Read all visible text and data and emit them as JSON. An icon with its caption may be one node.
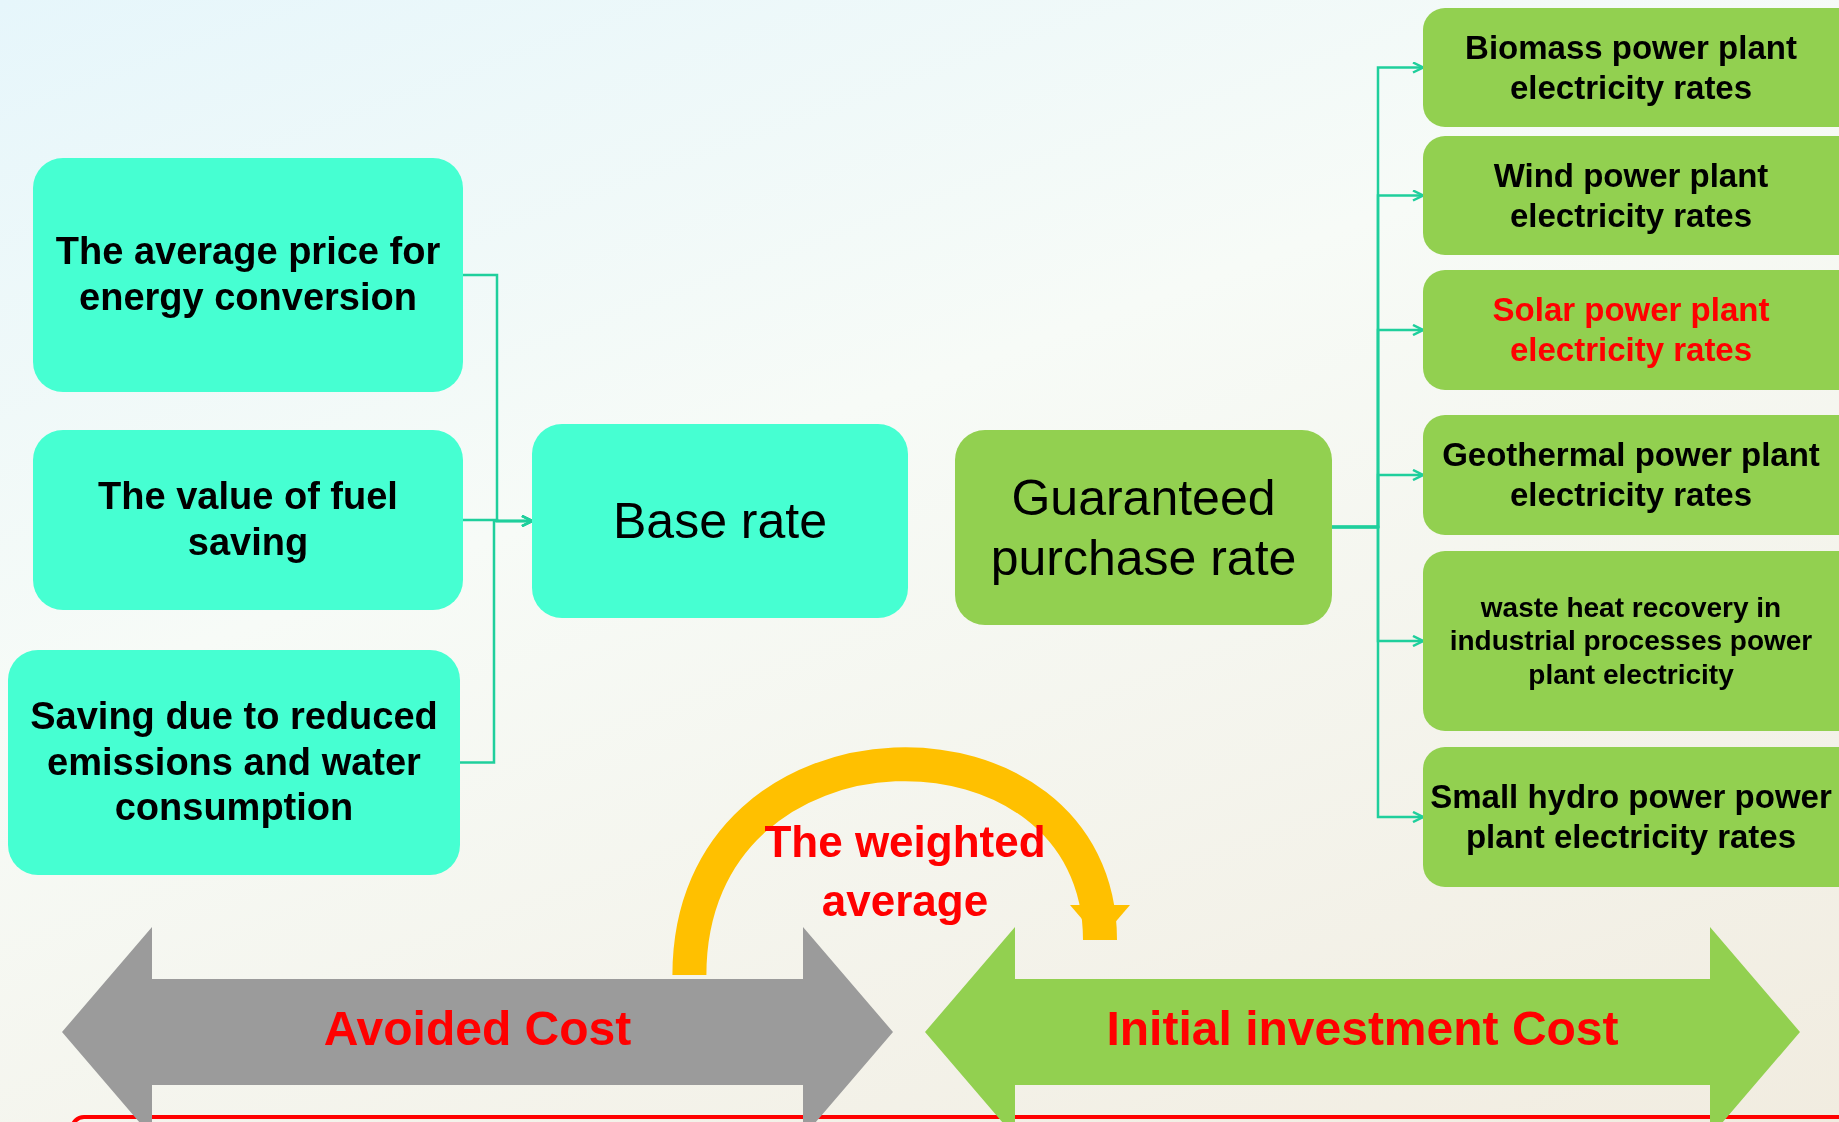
{
  "diagram": {
    "nodes": [
      {
        "text": [
          "The average price for energy conversion"
        ]
      },
      {
        "text": [
          "The value of fuel saving"
        ]
      },
      {
        "text": [
          "Saving due to reduced emissions and water consumption"
        ]
      },
      {
        "text": [
          "Base rate"
        ]
      },
      {
        "text": [
          "Guaranteed purchase rate"
        ]
      },
      {
        "text": [
          "Biomass power plant electricity rates"
        ]
      },
      {
        "text": [
          "Wind power plant electricity rates"
        ]
      },
      {
        "text": [
          "Solar power plant electricity rates"
        ]
      },
      {
        "text": [
          "Geothermal power plant electricity rates"
        ]
      },
      {
        "text": [
          "waste heat recovery in industrial processes power plant electricity"
        ]
      },
      {
        "text": [
          "Small hydro power power plant electricity rates"
        ]
      },
      {
        "text": [
          "Avoided Cost"
        ]
      },
      {
        "text": [
          "Initial investment Cost"
        ]
      }
    ],
    "edges": [
      {
        "from": 0,
        "to": 3,
        "arrow": "to"
      },
      {
        "from": 1,
        "to": 3,
        "arrow": "to"
      },
      {
        "from": 2,
        "to": 3,
        "arrow": "to"
      },
      {
        "from": 4,
        "to": 5,
        "arrow": "to"
      },
      {
        "from": 4,
        "to": 6,
        "arrow": "to"
      },
      {
        "from": 4,
        "to": 7,
        "arrow": "to"
      },
      {
        "from": 4,
        "to": 8,
        "arrow": "to"
      },
      {
        "from": 4,
        "to": 9,
        "arrow": "to"
      },
      {
        "from": 4,
        "to": 10,
        "arrow": "to"
      },
      {
        "from": 11,
        "to": 12,
        "arrow": "to",
        "label": "The weighted average",
        "style": "thick",
        "color": "#ffc000"
      }
    ]
  }
}
